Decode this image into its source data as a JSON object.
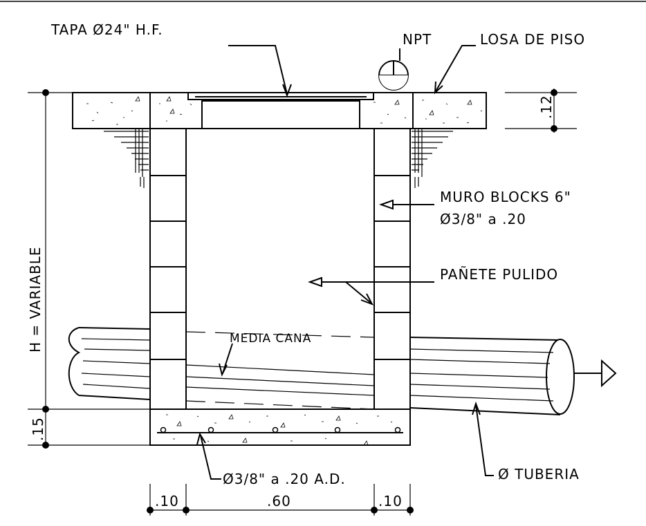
{
  "labels": {
    "cover": "TAPA Ø24\"  H.F.",
    "npt": "NPT",
    "floor_slab": "LOSA DE PISO",
    "slab_thickness": ".12",
    "wall": "MURO BLOCKS 6\"",
    "wall_rebar": "Ø3/8\" a .20",
    "plaster": "PAÑETE PULIDO",
    "channel": "MEDIA CANA",
    "height": "H = VARIABLE",
    "base_thickness": ".15",
    "base_rebar": "Ø3/8\" a .20 A.D.",
    "pipe": "Ø TUBERIA",
    "wall_left": ".10",
    "inner_width": ".60",
    "wall_right": ".10"
  }
}
